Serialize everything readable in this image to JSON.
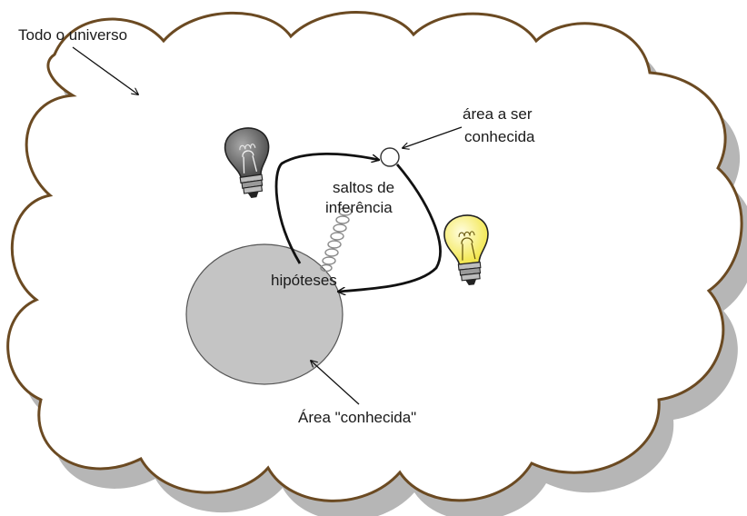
{
  "labels": {
    "universe": "Todo o universo",
    "target_line1": "área a ser",
    "target_line2": "conhecida",
    "leaps_line1": "saltos de",
    "leaps_line2": "inferência",
    "hypotheses": "hipóteses",
    "known_area": "Área \"conhecida\""
  },
  "colors": {
    "cloud_fill": "#ffffff",
    "cloud_outline": "#6b4a22",
    "cloud_shadow": "#9e9e9e",
    "known_area_fill": "#c4c4c4",
    "bulb_off": "#6f6f6f",
    "bulb_on": "#fff58a",
    "arrow": "#111111"
  },
  "icons": [
    "dim-light-bulb-icon",
    "lit-light-bulb-icon",
    "spring-coil-icon"
  ]
}
